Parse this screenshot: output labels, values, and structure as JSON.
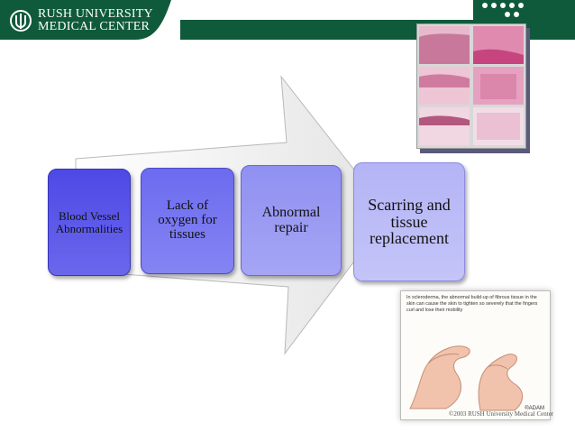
{
  "header": {
    "logo_line1": "RUSH UNIVERSITY",
    "logo_line2": "MEDICAL CENTER",
    "brand_color": "#0f5a3a"
  },
  "flow": {
    "steps": [
      "Blood Vessel Abnormalities",
      "Lack of oxygen for tissues",
      "Abnormal repair",
      "Scarring and tissue replacement"
    ]
  },
  "histology": {
    "image_semantic": "histology-micrographs"
  },
  "hands_image": {
    "caption": "In scleroderma, the abnormal build-up of fibrous tissue in the skin can cause the skin to tighten so severely that the fingers curl and lose their mobility",
    "credit": "®ADAM"
  },
  "footer": {
    "copyright": "©2003 RUSH University Medical Center"
  }
}
